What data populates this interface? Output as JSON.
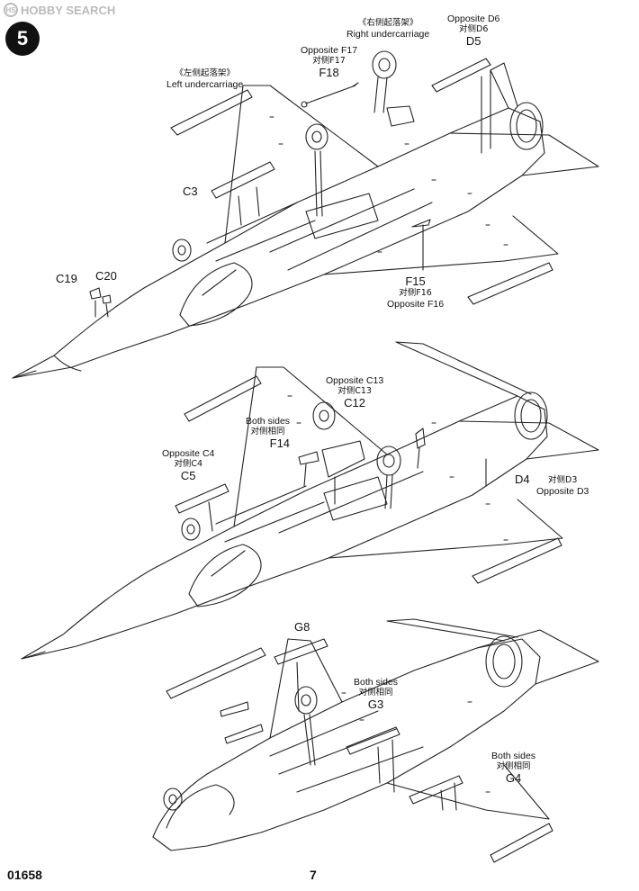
{
  "watermark": {
    "text": "HOBBY SEARCH",
    "logo_icon": "hobby-search-logo-icon"
  },
  "step": {
    "number": "5"
  },
  "footer": {
    "product_code": "01658",
    "page_number": "7"
  },
  "callouts": {
    "right_undercarriage": {
      "cn": "《右侧起落架》",
      "en": "Right undercarriage"
    },
    "left_undercarriage": {
      "cn": "《左侧起落架》",
      "en": "Left undercarriage"
    },
    "opposite_d6": {
      "en": "Opposite D6",
      "cn": "对侧D6",
      "part": "D5"
    },
    "opposite_f17": {
      "en": "Opposite F17",
      "cn": "对侧F17",
      "part": "F18"
    },
    "c3": {
      "part": "C3"
    },
    "c19": {
      "part": "C19"
    },
    "c20": {
      "part": "C20"
    },
    "f15": {
      "part": "F15",
      "cn": "对侧F16",
      "en": "Opposite F16"
    },
    "opposite_c13": {
      "en": "Opposite C13",
      "cn": "对侧C13",
      "part": "C12"
    },
    "both_sides_f14": {
      "en": "Both sides",
      "cn": "对侧相同",
      "part": "F14"
    },
    "opposite_c4": {
      "en": "Opposite C4",
      "cn": "对侧C4",
      "part": "C5"
    },
    "d4": {
      "part": "D4",
      "cn": "对侧D3",
      "en": "Opposite D3"
    },
    "g8": {
      "part": "G8"
    },
    "both_sides_g3": {
      "en": "Both sides",
      "cn": "对侧相同",
      "part": "G3"
    },
    "both_sides_g4": {
      "en": "Both sides",
      "cn": "对侧相同",
      "part": "G4"
    }
  },
  "colors": {
    "line": "#222222",
    "background": "#ffffff",
    "watermark": "#bbbbbb"
  }
}
